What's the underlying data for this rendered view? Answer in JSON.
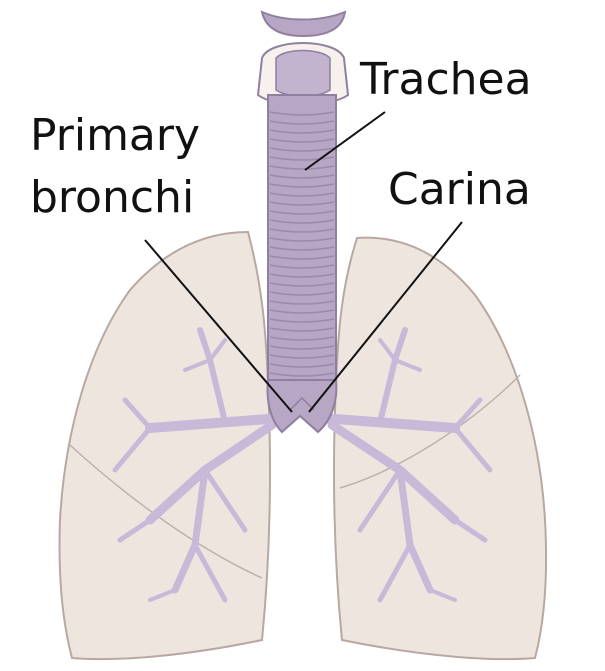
{
  "labels": {
    "trachea": "Trachea",
    "primary_bronchi_line1": "Primary",
    "primary_bronchi_line2": "bronchi",
    "carina": "Carina"
  },
  "colors": {
    "lung_fill": "#efe5df",
    "lung_stroke": "#b8a8a2",
    "airway_fill": "#b7a7c4",
    "airway_stroke": "#8f7fa0",
    "bronchial_tree": "#c9b9d8",
    "larynx": "#f6f1ec",
    "leader_line": "#111111"
  }
}
